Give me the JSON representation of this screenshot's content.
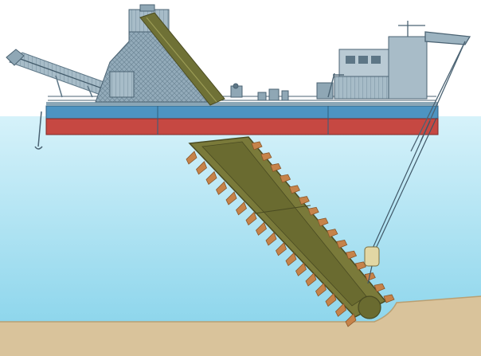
{
  "diagram": {
    "kind": "bucket-ladder-dredger-cross-section",
    "components": [
      "discharge-conveyor",
      "gantry-tower",
      "bucket-ladder",
      "deck-house",
      "hoist-crane",
      "pontoon-hull",
      "ladder-hoist-cable",
      "water",
      "seabed"
    ]
  },
  "colors": {
    "sky": "#ffffff",
    "water_top": "#cfeff8",
    "water_bottom": "#8fd8ee",
    "seabed": "#d8c29a",
    "seabed_dark": "#c7ad80",
    "hull_blue": "#4f96c4",
    "hull_red": "#c84a42",
    "structure": "#7f98a8",
    "structure_dark": "#5d7686",
    "ladder": "#7a7a3a",
    "ladder_dark": "#5e5f2c",
    "bucket": "#c6834a"
  }
}
